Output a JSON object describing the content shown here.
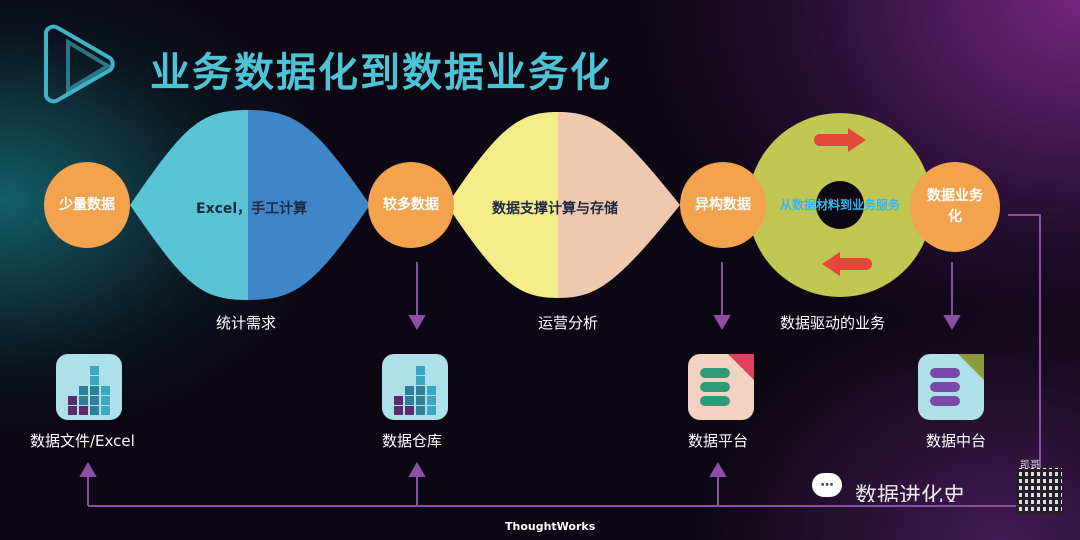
{
  "title": "业务数据化到数据业务化",
  "stages": [
    {
      "label": "少量数据"
    },
    {
      "label": "较多数据"
    },
    {
      "label": "异构数据"
    },
    {
      "label": "数据业务化"
    }
  ],
  "transitions": [
    {
      "text": "Excel，手工计算"
    },
    {
      "text": "数据支撑计算与存储"
    },
    {
      "text": "从数据材料到业务服务"
    }
  ],
  "phases": [
    "统计需求",
    "运营分析",
    "数据驱动的业务"
  ],
  "tiles": [
    {
      "label": "数据文件/Excel",
      "icon": "bar-chart-icon"
    },
    {
      "label": "数据仓库",
      "icon": "bar-chart-icon"
    },
    {
      "label": "数据平台",
      "icon": "stack-icon"
    },
    {
      "label": "数据中台",
      "icon": "stack-icon"
    }
  ],
  "footer": {
    "logo": "ThoughtWorks"
  },
  "watermark": {
    "text": "数据进化史",
    "qr_label": "凯哥"
  },
  "colors": {
    "title": "#4fc3d6",
    "stage_circle": "#f3a24e",
    "lens1_left": "#5bc3d6",
    "lens1_right": "#3f86c9",
    "lens2_left": "#f5ec8a",
    "lens2_right": "#efc8b0",
    "ring": "#c1c753",
    "ring_arrow": "#e2473a",
    "arrow_purple": "#8b4fa6"
  }
}
